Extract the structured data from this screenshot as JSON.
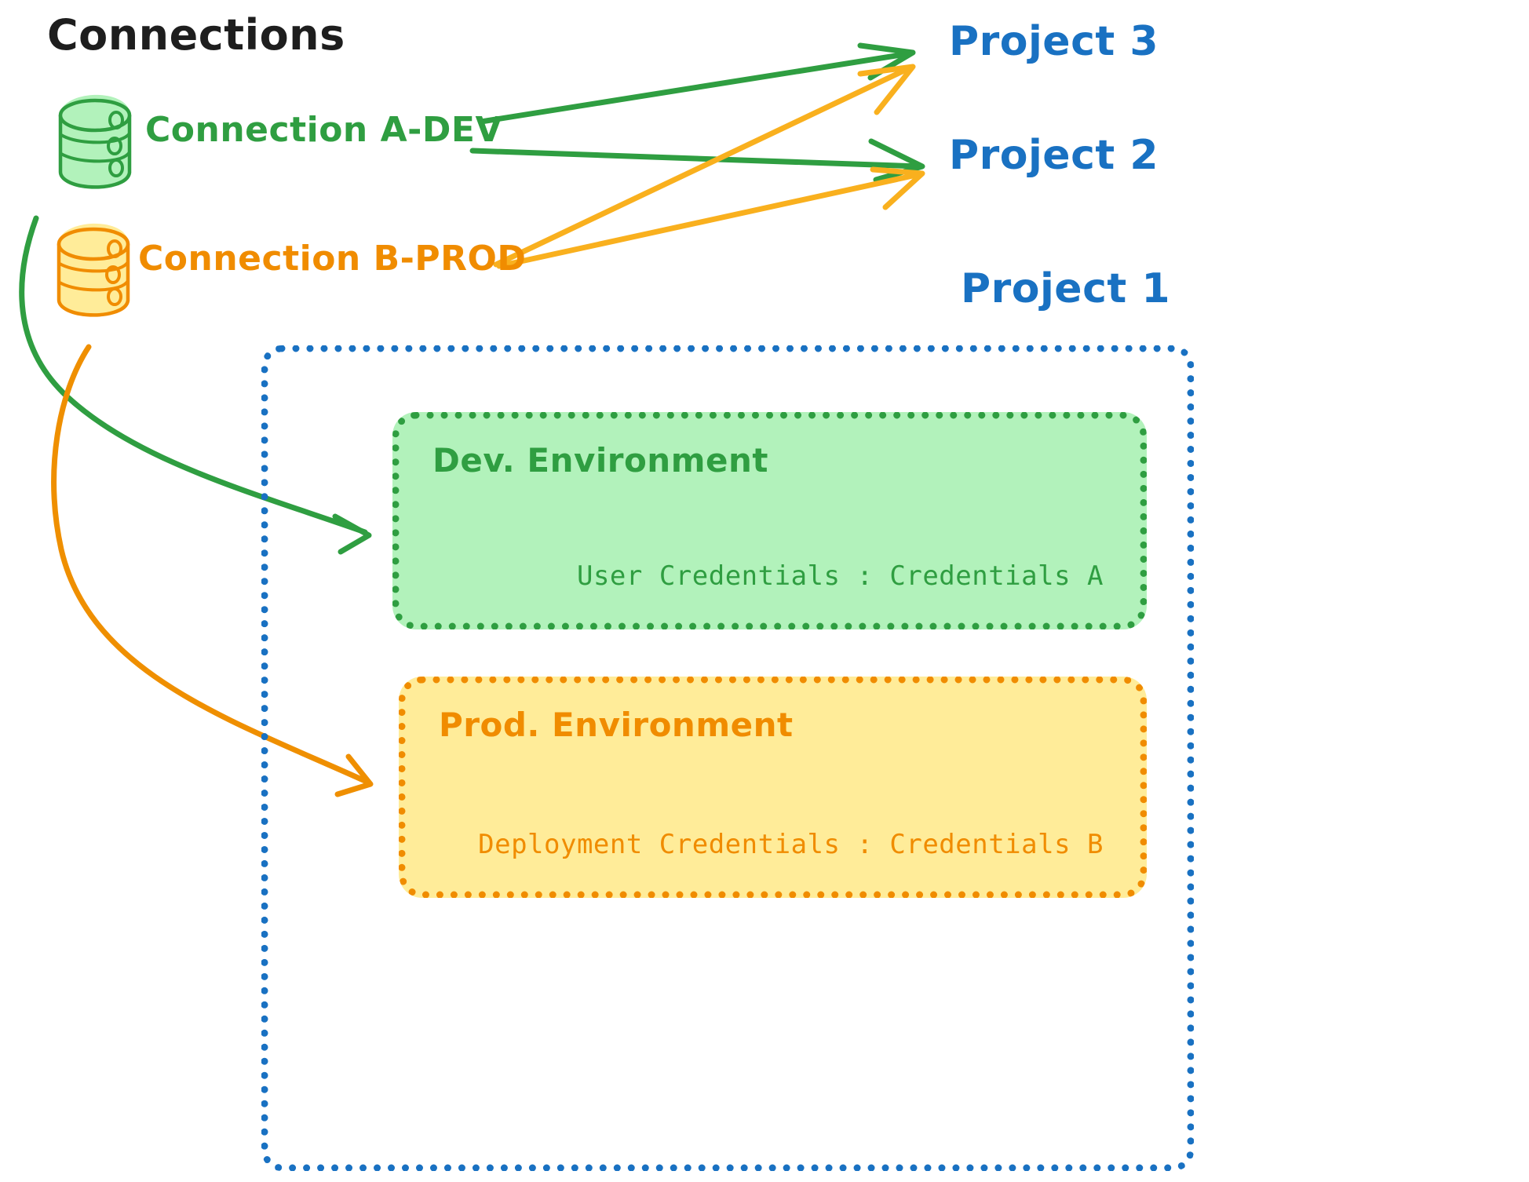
{
  "title": "Connections",
  "connections": [
    {
      "name": "Connection A-DEV",
      "color": "#2f9e41",
      "icon": "database-icon"
    },
    {
      "name": "Connection B-PROD",
      "color": "#f08c00",
      "icon": "database-icon"
    }
  ],
  "projects": [
    {
      "label": "Project 3"
    },
    {
      "label": "Project 2"
    },
    {
      "label": "Project 1"
    }
  ],
  "project1": {
    "environments": [
      {
        "title": "Dev. Environment",
        "credentials_label": "User Credentials",
        "credentials_separator": ":",
        "credentials_value": "Credentials A",
        "credentials_line": "User Credentials : Credentials A",
        "fill": "#b2f2bb",
        "stroke": "#2f9e41"
      },
      {
        "title": "Prod. Environment",
        "credentials_label": "Deployment Credentials",
        "credentials_separator": ":",
        "credentials_value": "Credentials B",
        "credentials_line": "Deployment Credentials : Credentials B",
        "fill": "#ffec99",
        "stroke": "#f08c00"
      }
    ],
    "border_color": "#1971c2"
  },
  "colors": {
    "green": "#2f9e41",
    "green_fill": "#b2f2bb",
    "orange": "#f08c00",
    "amber": "#f9b01e",
    "yellow_fill": "#ffec99",
    "blue": "#1971c2",
    "title_black": "#1e1e1e"
  },
  "edges": [
    {
      "from": "Connection A-DEV",
      "to": "Project 3",
      "color": "#2f9e41"
    },
    {
      "from": "Connection A-DEV",
      "to": "Project 2",
      "color": "#2f9e41"
    },
    {
      "from": "Connection A-DEV",
      "to": "Dev. Environment",
      "color": "#2f9e41"
    },
    {
      "from": "Connection B-PROD",
      "to": "Project 3",
      "color": "#f9b01e"
    },
    {
      "from": "Connection B-PROD",
      "to": "Project 2",
      "color": "#f9b01e"
    },
    {
      "from": "Connection B-PROD",
      "to": "Prod. Environment",
      "color": "#f08c00"
    }
  ]
}
